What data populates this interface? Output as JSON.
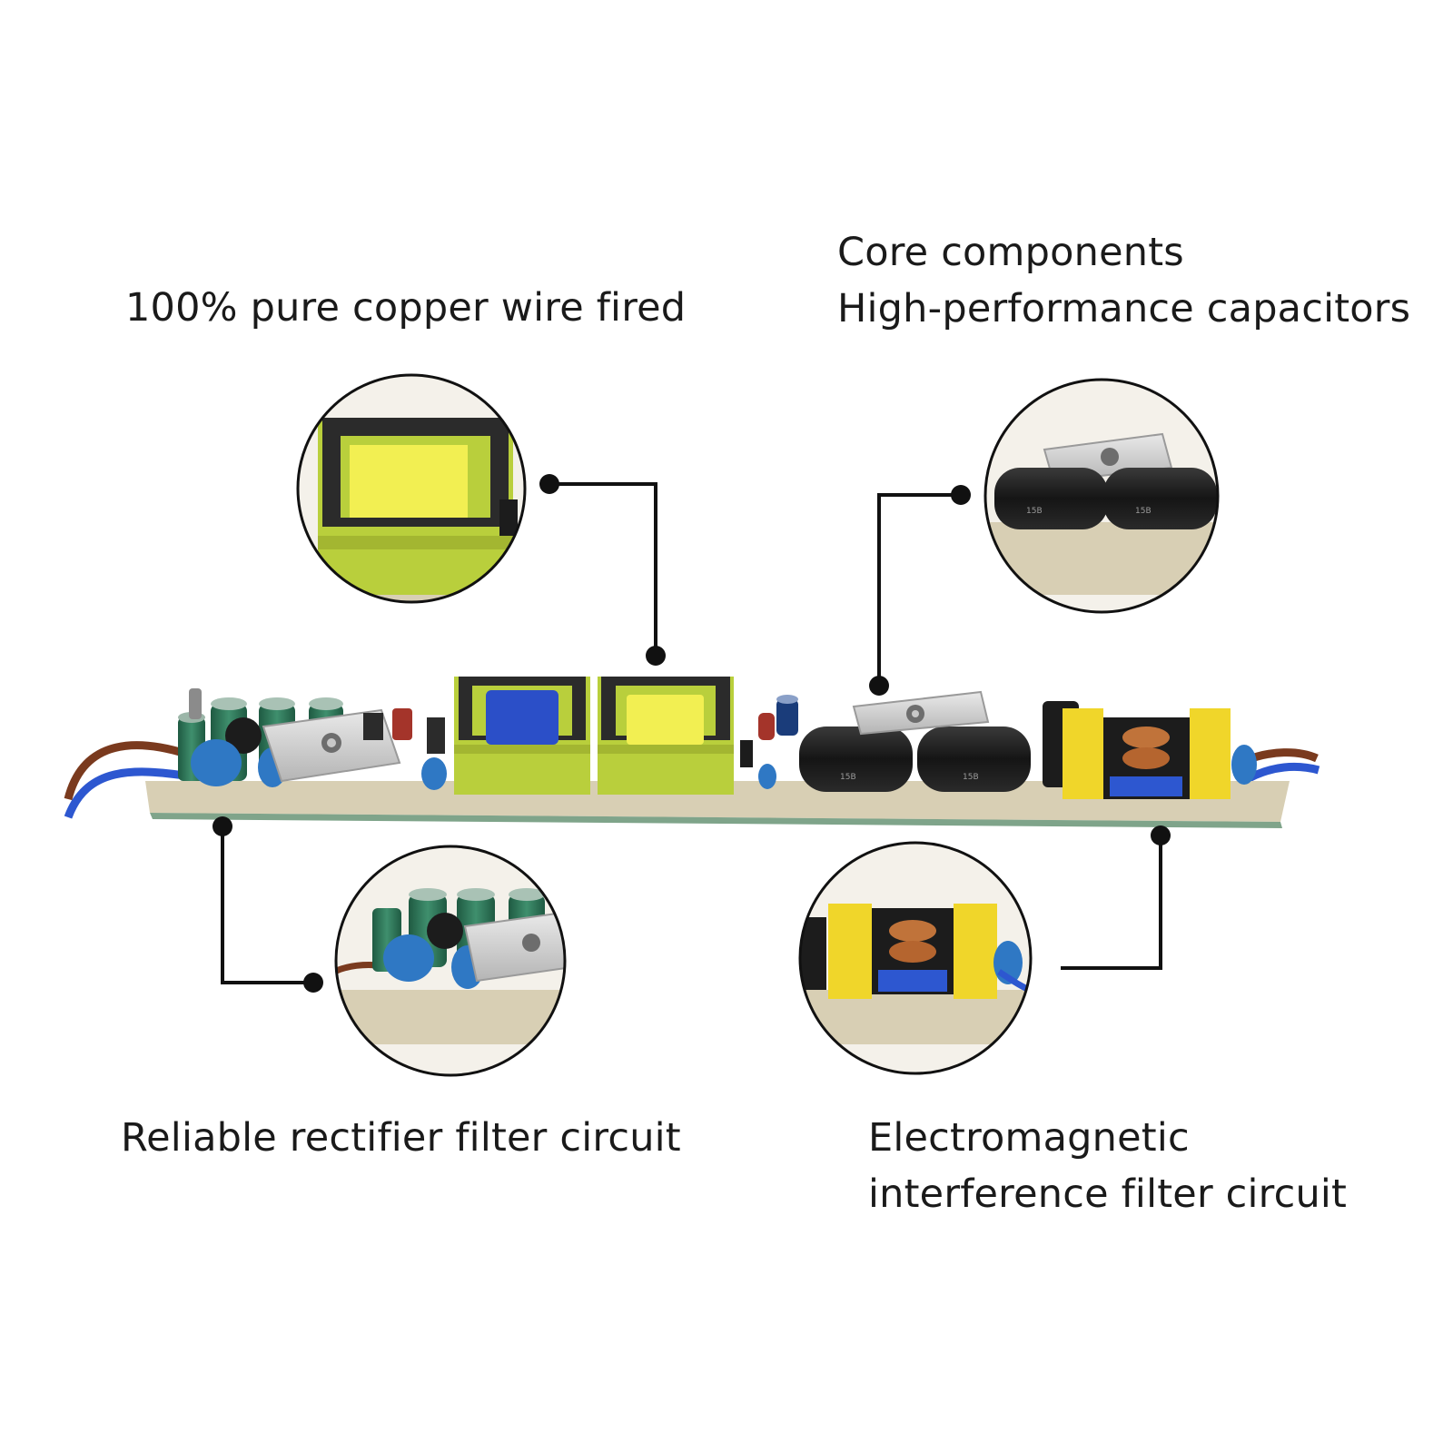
{
  "callouts": {
    "copper_wire": {
      "text": "100% pure copper wire fired"
    },
    "capacitors": {
      "line1": "Core components",
      "line2": "High-performance capacitors"
    },
    "rectifier": {
      "text": "Reliable rectifier filter circuit"
    },
    "emi": {
      "line1": "Electromagnetic",
      "line2": "interference filter circuit"
    }
  },
  "colors": {
    "pcb": "#d8cfb4",
    "transformer_bobbin": "#b9cf3c",
    "transformer_core": "#2b2b2b",
    "winding_yellow": "#f2ef52",
    "winding_blue": "#2b4fc8",
    "capacitor_black": "#1c1c1c",
    "capacitor_green": "#2f7a5c",
    "varistor_blue": "#2f78c4",
    "choke_yellow": "#f0d62a",
    "wire_brown": "#7a3a1e",
    "wire_blue": "#2d57d0"
  }
}
